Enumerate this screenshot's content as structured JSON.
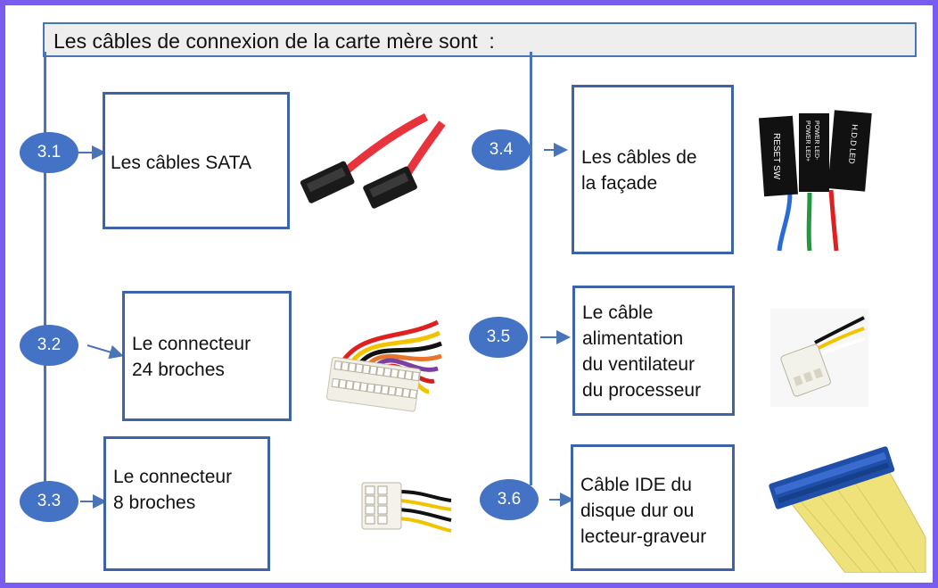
{
  "title": "Les câbles de connexion de la carte mère sont  :",
  "items": [
    {
      "num": "3.1",
      "label": "Les câbles SATA",
      "image": "sata-cables-icon"
    },
    {
      "num": "3.2",
      "label": "Le connecteur\n24 broches",
      "image": "atx-24pin-connector-icon"
    },
    {
      "num": "3.3",
      "label": "Le connecteur\n8 broches",
      "image": "eps-8pin-connector-icon"
    },
    {
      "num": "3.4",
      "label": "Les câbles de\nla façade",
      "image": "front-panel-cables-icon"
    },
    {
      "num": "3.5",
      "label": "Le câble\nalimentation\ndu ventilateur\ndu processeur",
      "image": "cpu-fan-connector-icon"
    },
    {
      "num": "3.6",
      "label": "Câble IDE  du\ndisque dur ou\nlecteur-graveur",
      "image": "ide-ribbon-cable-icon"
    }
  ],
  "front_panel_labels": [
    "RESET SW",
    "POWER LED+",
    "POWER LED-",
    "H.D.D LED"
  ],
  "colors": {
    "frame": "#7a5cf0",
    "accent": "#4472c4",
    "box_border": "#3d63a8",
    "line": "#4a74b8"
  }
}
